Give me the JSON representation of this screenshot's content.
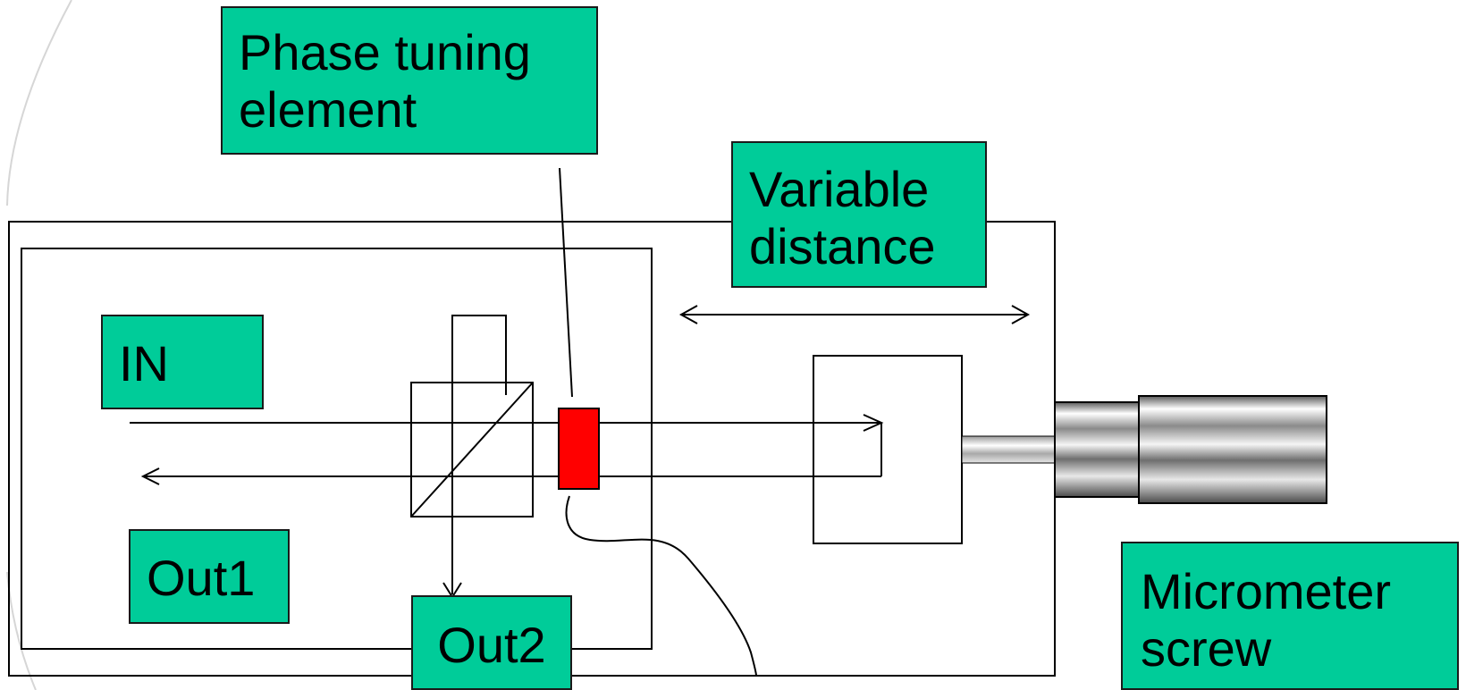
{
  "labels": {
    "phase_tuning": "Phase tuning\nelement",
    "variable_distance": "Variable\ndistance",
    "in": "IN",
    "out1": "Out1",
    "out2": "Out2",
    "micrometer": "Micrometer\nscrew"
  },
  "colors": {
    "label_fill": "#00cc99",
    "phase_element": "#ff0000",
    "line": "#000000"
  }
}
